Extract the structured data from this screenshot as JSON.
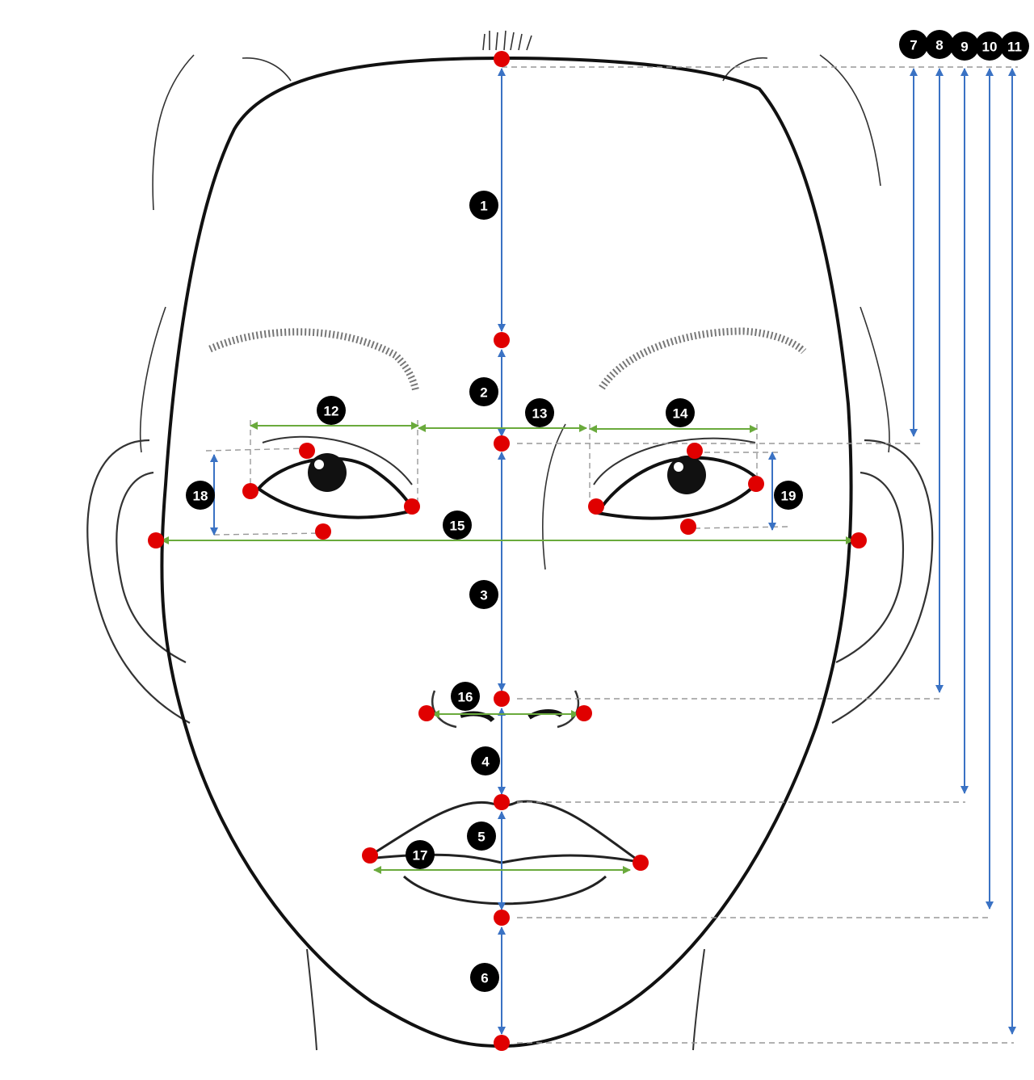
{
  "colors": {
    "landmark": "#e00000",
    "vertical_measure": "#3a72c4",
    "horizontal_measure": "#6aaa3c",
    "label_bg": "#000000",
    "label_text": "#ffffff"
  },
  "labels": [
    "1",
    "2",
    "3",
    "4",
    "5",
    "6",
    "7",
    "8",
    "9",
    "10",
    "11",
    "12",
    "13",
    "14",
    "15",
    "16",
    "17",
    "18",
    "19"
  ]
}
